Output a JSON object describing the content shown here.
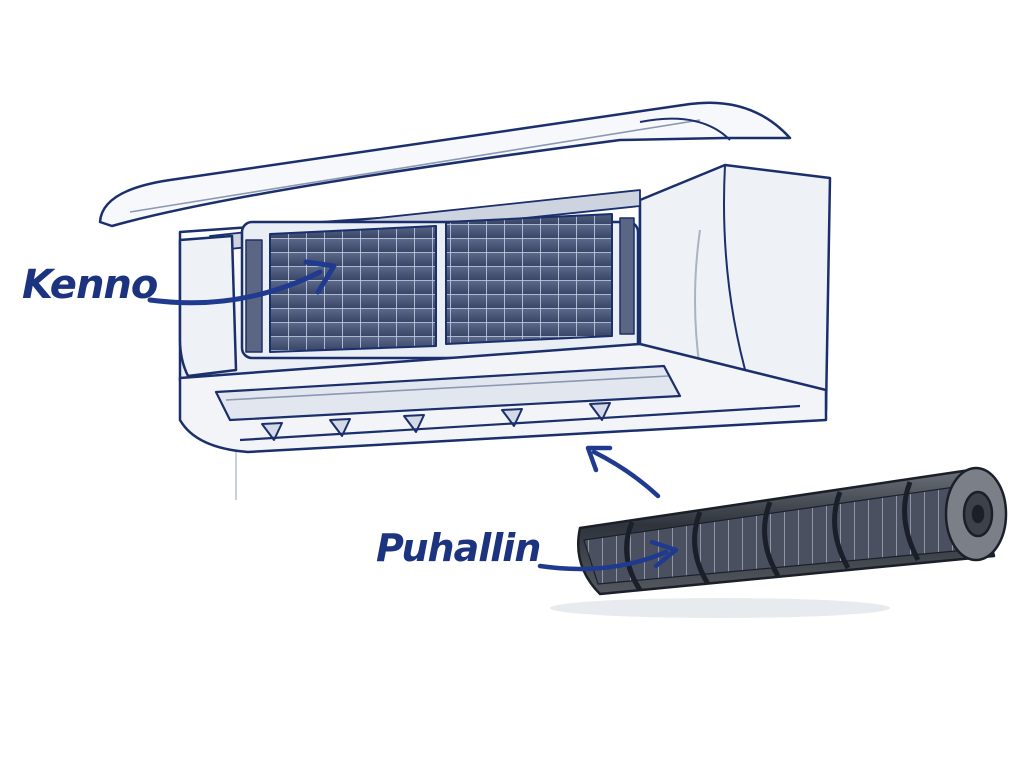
{
  "labels": {
    "filter": "Kenno",
    "fan": "Puhallin"
  },
  "colors": {
    "ink": "#1a2f6b",
    "label": "#1c3380",
    "arrow": "#1f3a8f",
    "unit_body": "#f4f6fa",
    "unit_shade": "#dfe5ee",
    "filter_mesh": "#3b4a6e",
    "fan_dark": "#3a3f48"
  },
  "icons": [
    "air-conditioner-unit",
    "tangential-fan",
    "pointer-arrow"
  ]
}
